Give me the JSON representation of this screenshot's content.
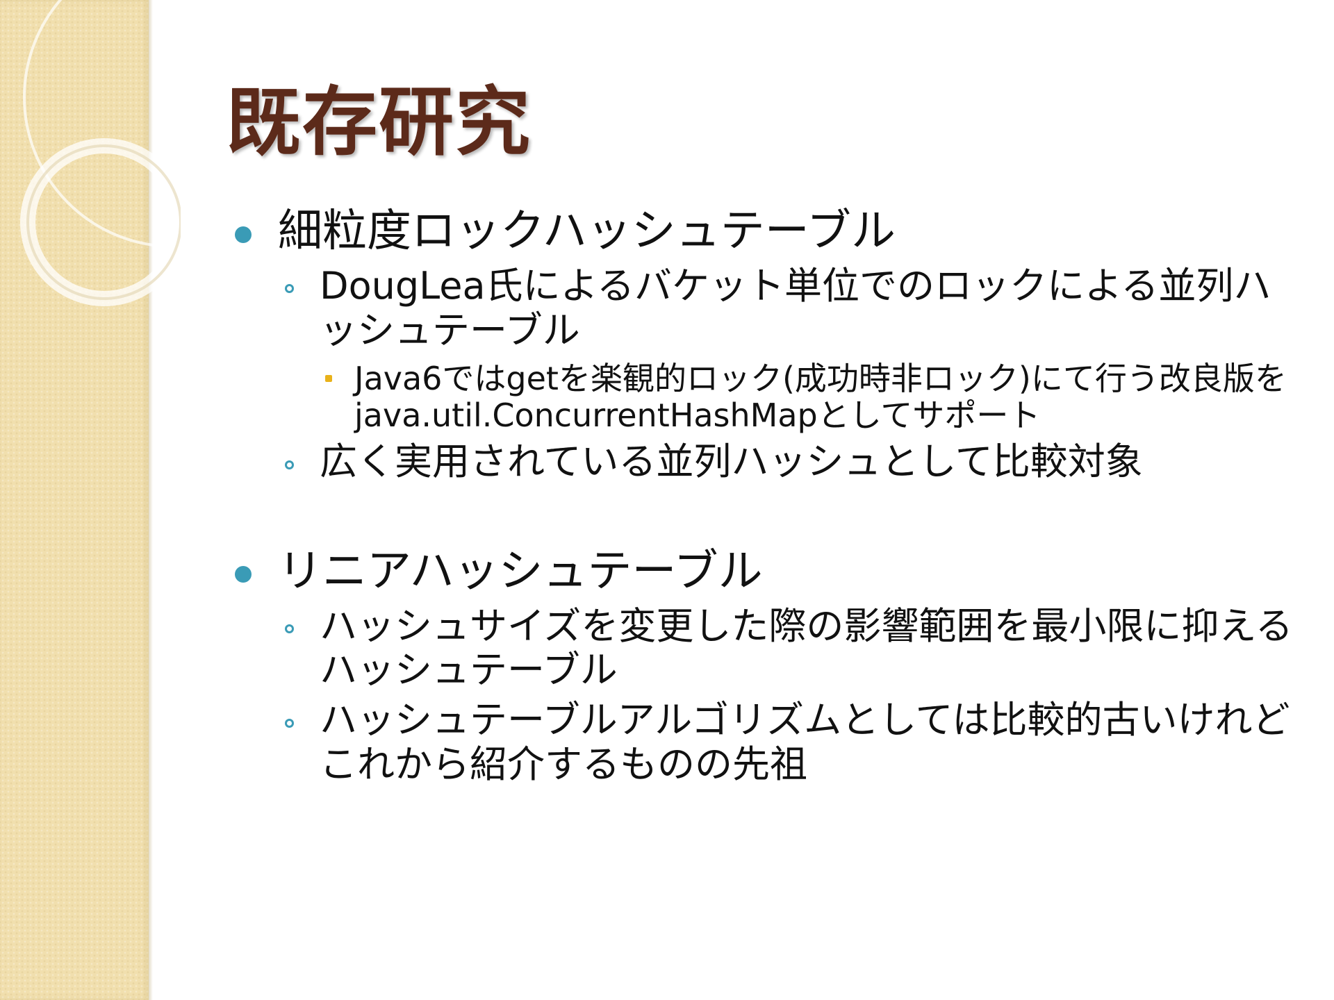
{
  "slide": {
    "title": "既存研究",
    "colors": {
      "title": "#5c2a1a",
      "bullet_level1": "#3a9bb6",
      "bullet_level2": "#3a9bb6",
      "bullet_level3": "#e9b21a",
      "sidebar": "#f1dfae"
    },
    "sections": [
      {
        "heading": "細粒度ロックハッシュテーブル",
        "items": [
          {
            "text": "DougLea氏によるバケット単位でのロックによる並列ハッシュテーブル",
            "subitems": [
              "Java6ではgetを楽観的ロック(成功時非ロック)にて行う改良版をjava.util.ConcurrentHashMapとしてサポート"
            ]
          },
          {
            "text": "広く実用されている並列ハッシュとして比較対象"
          }
        ]
      },
      {
        "heading": "リニアハッシュテーブル",
        "items": [
          {
            "text": "ハッシュサイズを変更した際の影響範囲を最小限に抑えるハッシュテーブル"
          },
          {
            "text": "ハッシュテーブルアルゴリズムとしては比較的古いけれどこれから紹介するものの先祖"
          }
        ]
      }
    ]
  }
}
